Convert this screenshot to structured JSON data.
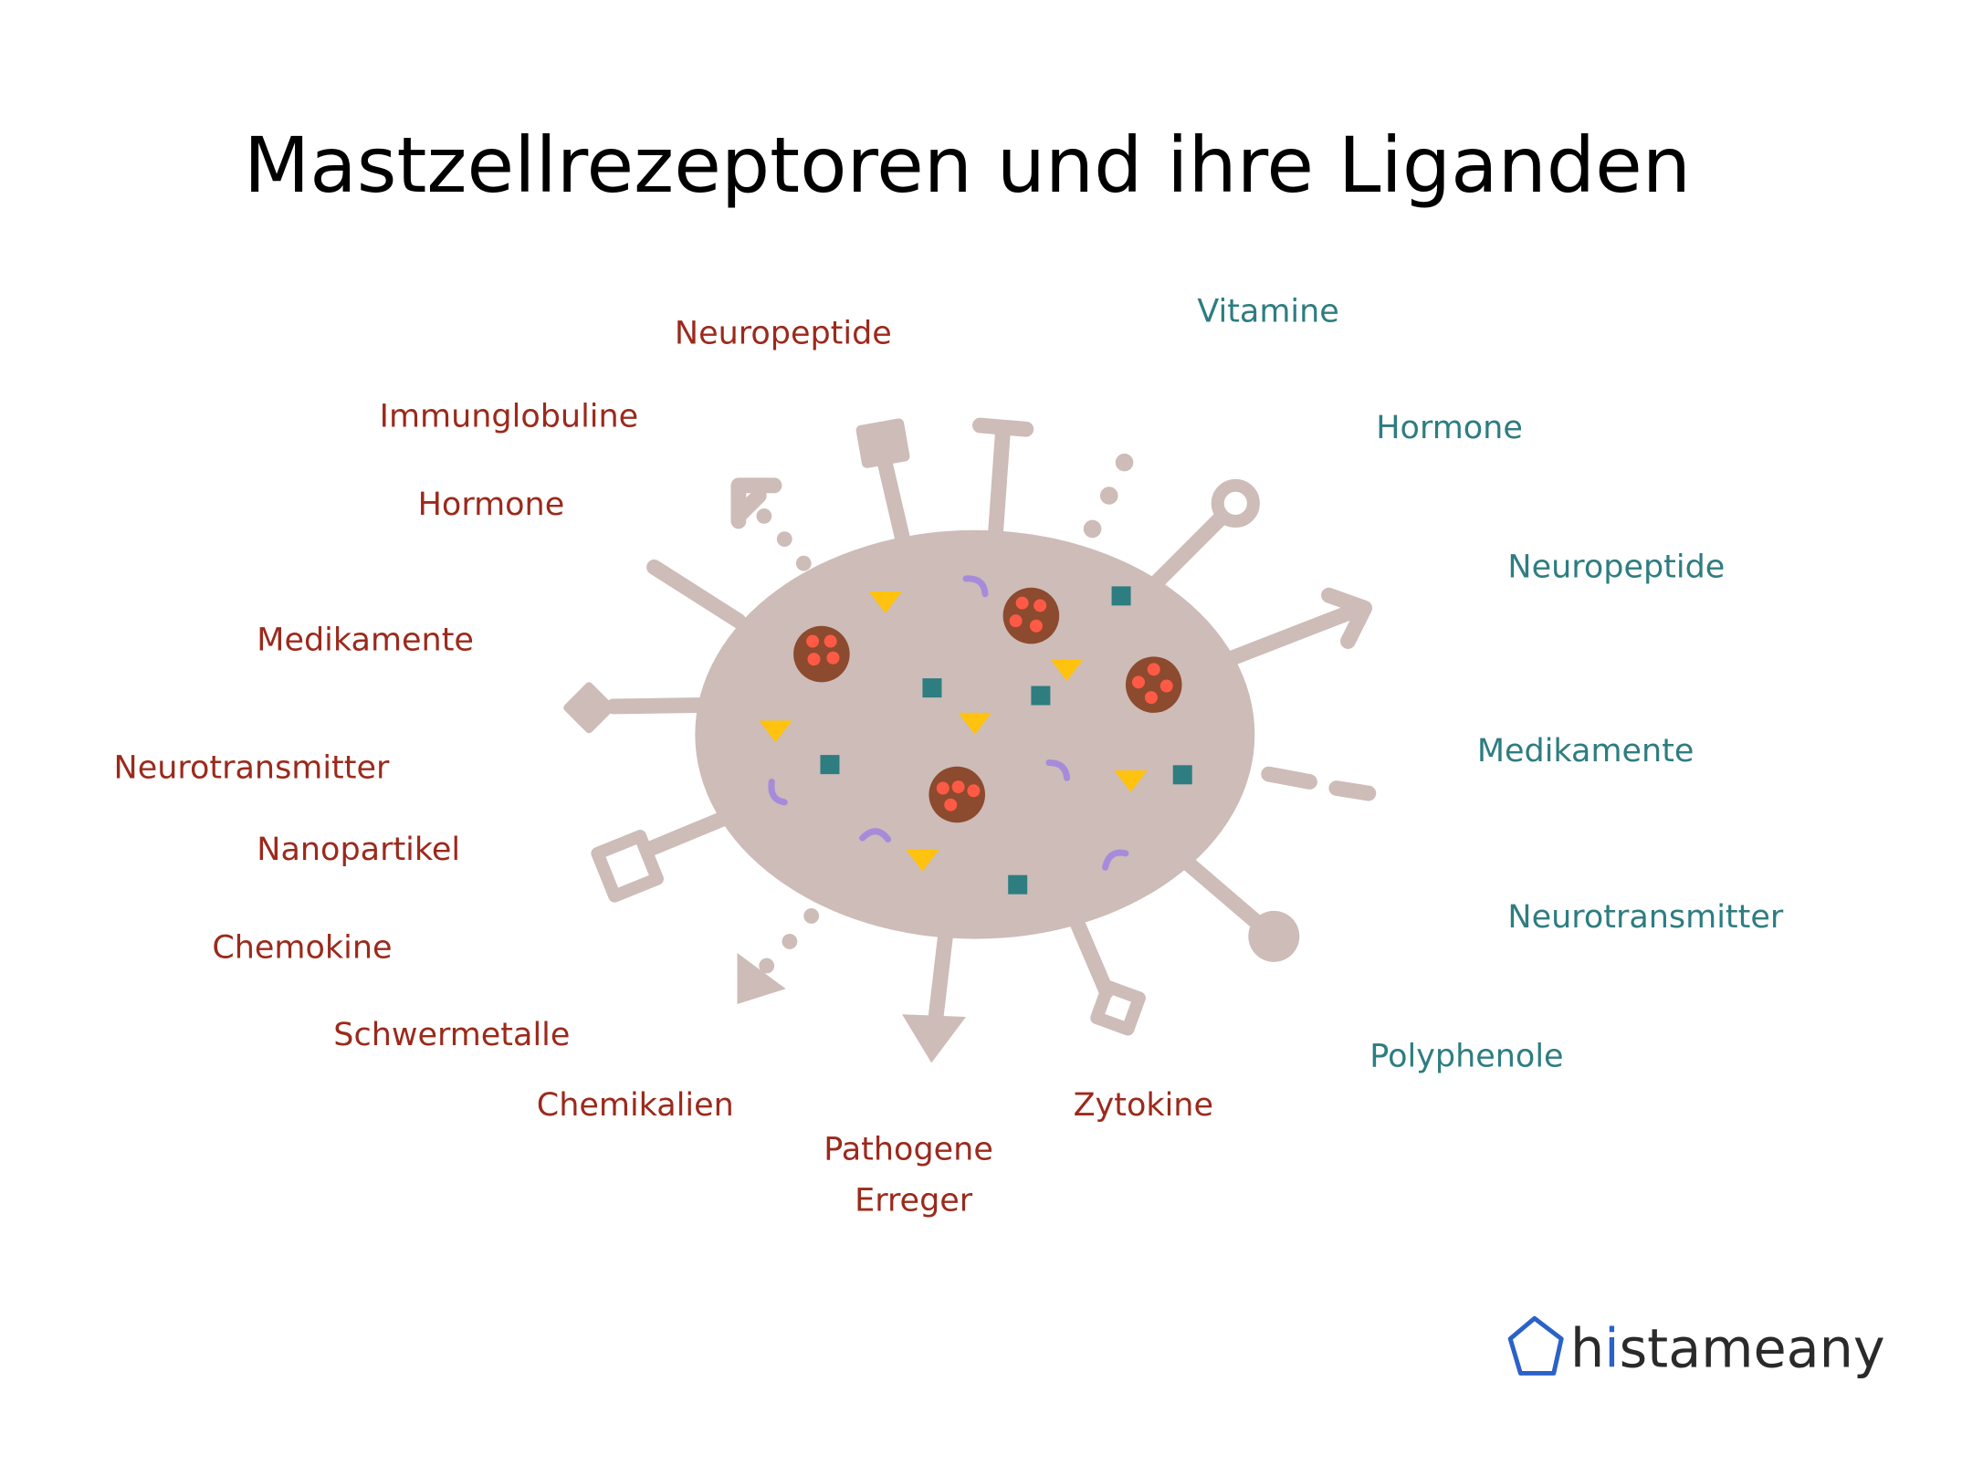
{
  "title": "Mastzellrezeptoren und ihre Liganden",
  "labels_left": [
    "Neuropeptide",
    "Immunglobuline",
    "Hormone",
    "Medikamente",
    "Neurotransmitter",
    "Nanopartikel",
    "Chemokine",
    "Schwermetalle",
    "Chemikalien",
    "Pathogene",
    "Erreger",
    "Zytokine"
  ],
  "labels_right": [
    "Vitamine",
    "Hormone",
    "Neuropeptide",
    "Medikamente",
    "Neurotransmitter",
    "Polyphenole"
  ],
  "logo": {
    "text_h": "h",
    "text_i": "i",
    "text_rest": "stameany"
  },
  "colors": {
    "title": "#000000",
    "left_labels": "#9b2a1c",
    "right_labels": "#2e7d80",
    "cell": "#cdbcb8",
    "receptors": "#cdbcb8",
    "granule": "#8c4a2f",
    "granule_dots": "#ff5a45",
    "triangles": "#ffc20e",
    "squares": "#2e7d80",
    "arcs": "#a78bdb",
    "logo_icon": "#2a62c9",
    "logo_text": "#2a2a2a"
  }
}
